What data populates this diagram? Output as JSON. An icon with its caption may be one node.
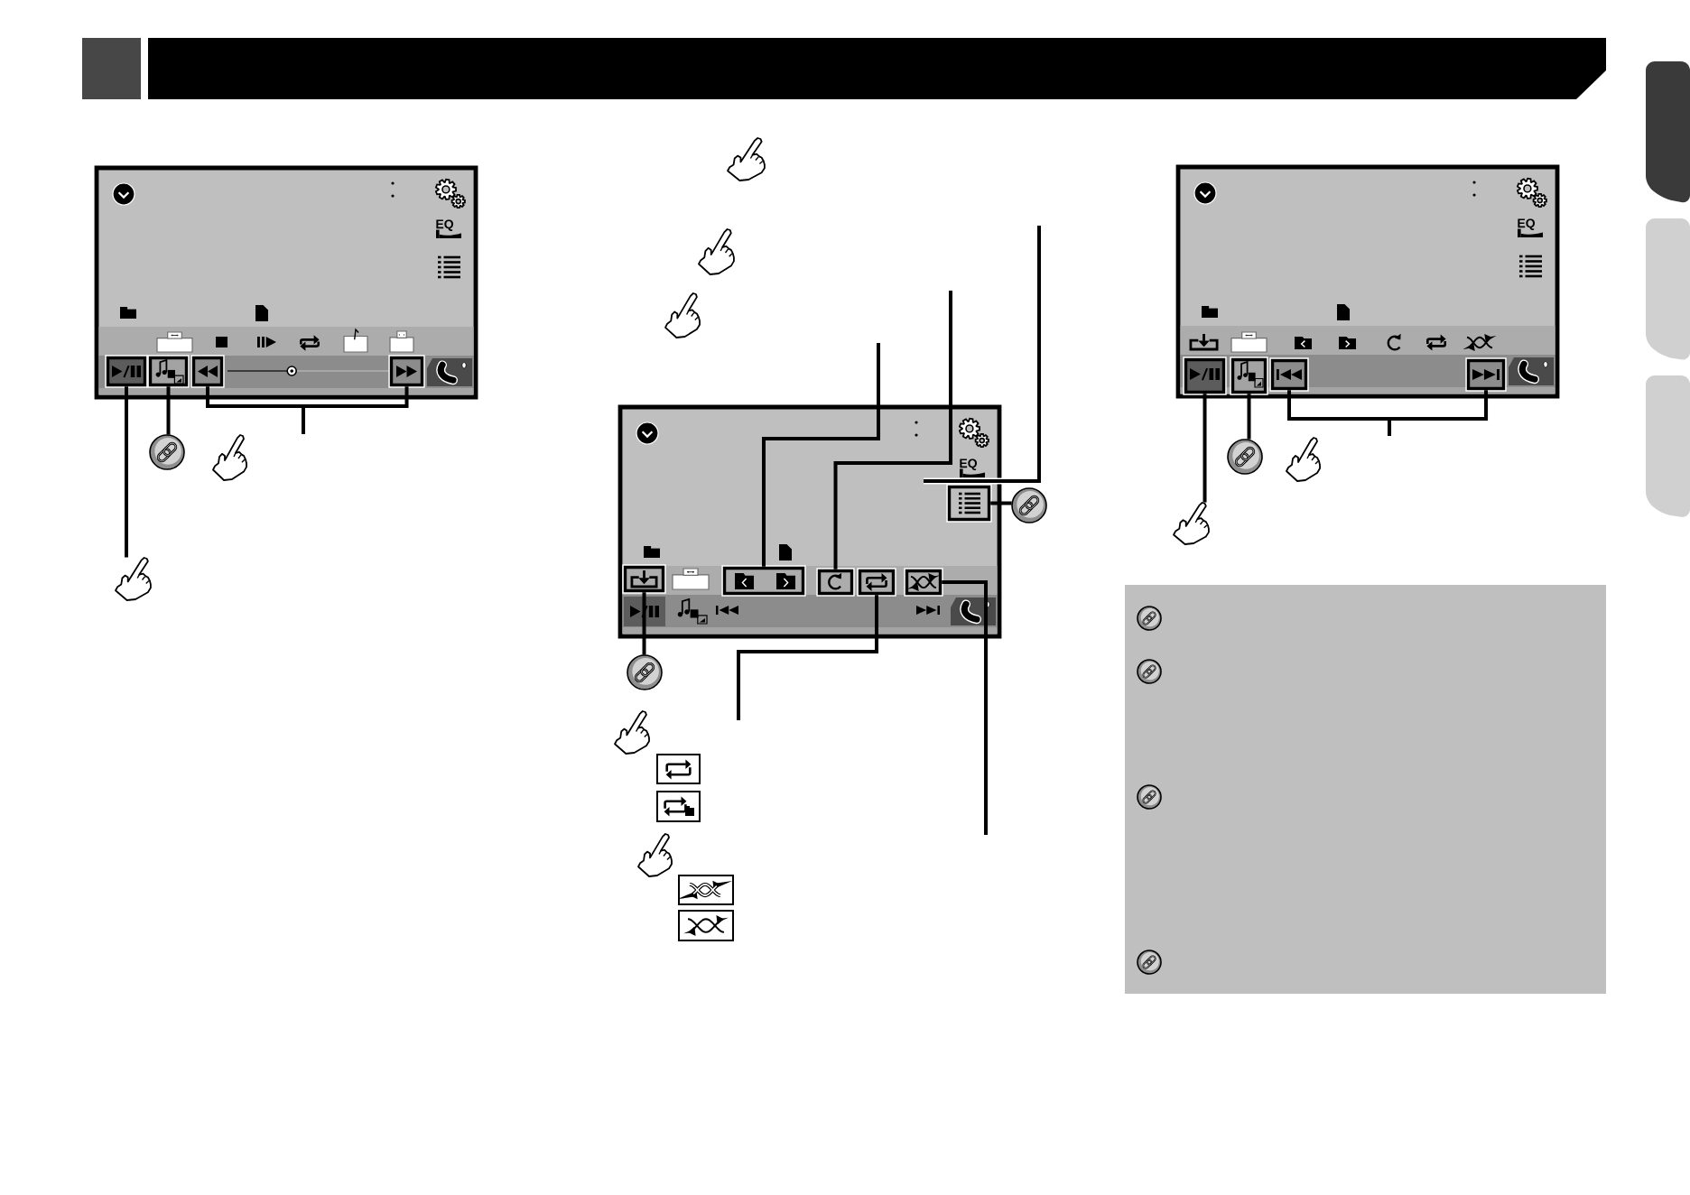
{
  "diagram": {
    "nodes": [
      {
        "text": [],
        "shape": "box"
      },
      {
        "text": [],
        "shape": "box"
      },
      {
        "text": [],
        "shape": "box"
      },
      {
        "text": [],
        "shape": "box"
      },
      {
        "text": [],
        "shape": "picture"
      },
      {
        "text": [],
        "shape": "picture"
      },
      {
        "text": [],
        "shape": "box"
      },
      {
        "text": [],
        "shape": "picture"
      },
      {
        "text": [],
        "shape": "box"
      },
      {
        "text": [],
        "shape": "box"
      },
      {
        "text": [],
        "shape": "box"
      },
      {
        "text": [],
        "shape": "box"
      },
      {
        "text": [],
        "shape": "box"
      },
      {
        "text": [],
        "shape": "picture"
      },
      {
        "text": [],
        "shape": "box"
      },
      {
        "text": [],
        "shape": "box"
      },
      {
        "text": [],
        "shape": "box"
      },
      {
        "text": [],
        "shape": "box"
      },
      {
        "text": [],
        "shape": "picture"
      },
      {
        "text": [],
        "shape": "picture"
      },
      {
        "text": [],
        "shape": "tab"
      },
      {
        "text": [],
        "shape": "tab"
      },
      {
        "text": [],
        "shape": "tab"
      }
    ],
    "edges": [
      {
        "from": 0,
        "to": 5,
        "arrow": "none"
      },
      {
        "from": 1,
        "to": 4,
        "arrow": "none"
      },
      {
        "from": 2,
        "to": null,
        "arrow": "none"
      },
      {
        "from": 3,
        "to": null,
        "arrow": "none"
      },
      {
        "from": 6,
        "to": 7,
        "arrow": "none"
      },
      {
        "from": 8,
        "to": 13,
        "arrow": "none"
      },
      {
        "from": 9,
        "to": null,
        "arrow": "none"
      },
      {
        "from": 10,
        "to": null,
        "arrow": "none"
      },
      {
        "from": 11,
        "to": null,
        "arrow": "none"
      },
      {
        "from": 12,
        "to": null,
        "arrow": "none"
      },
      {
        "from": 14,
        "to": 19,
        "arrow": "none"
      },
      {
        "from": 15,
        "to": 18,
        "arrow": "none"
      },
      {
        "from": 16,
        "to": null,
        "arrow": "none"
      },
      {
        "from": 17,
        "to": null,
        "arrow": "none"
      }
    ],
    "labels": [
      "EQ",
      "EQ",
      "EQ"
    ]
  }
}
